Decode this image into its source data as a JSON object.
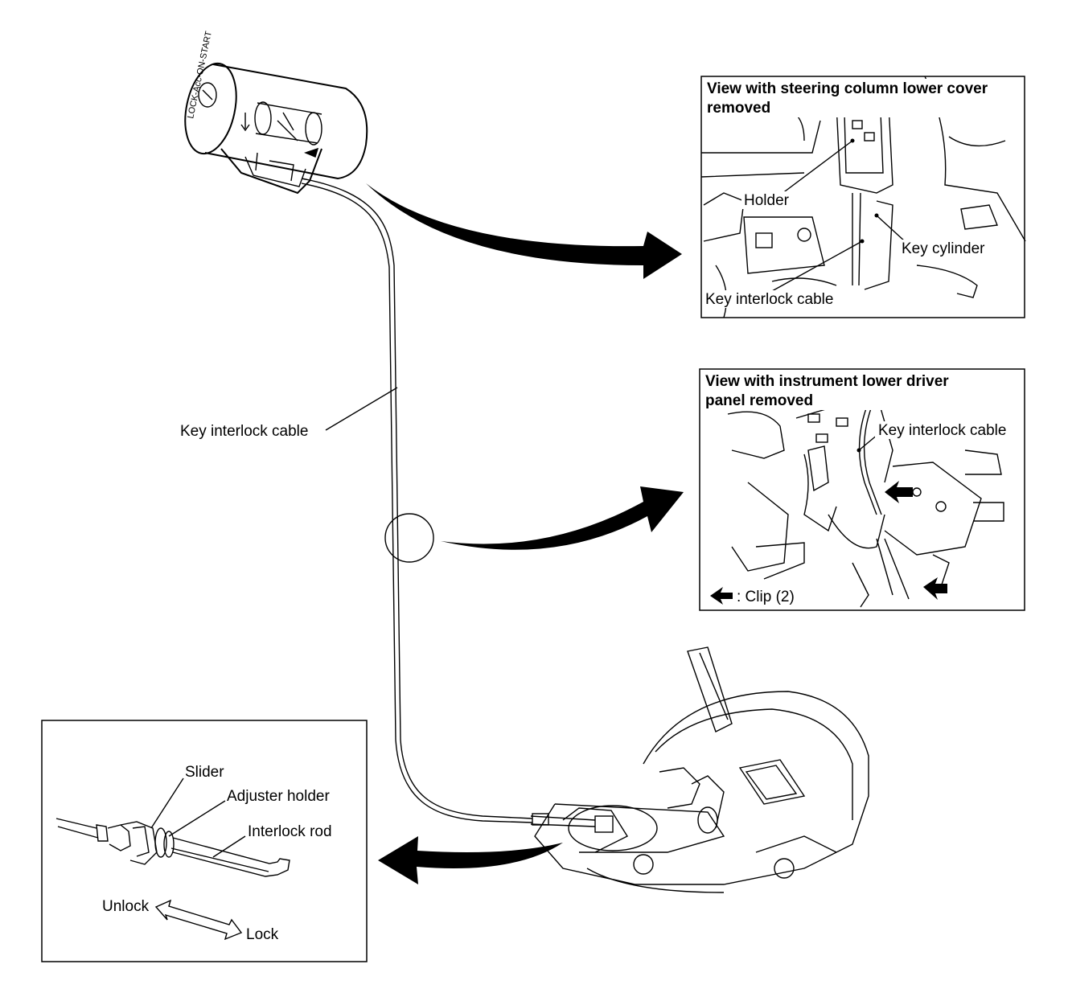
{
  "labels": {
    "key_interlock_cable_main": "Key interlock cable",
    "cylinder_engraving": "LOCK-Acc-ON-START"
  },
  "top_panel": {
    "title_line1": "View with steering column lower cover",
    "title_line2": "removed",
    "holder": "Holder",
    "key_cylinder": "Key cylinder",
    "key_interlock_cable": "Key interlock cable"
  },
  "middle_panel": {
    "title_line1": "View with instrument lower driver",
    "title_line2": "panel removed",
    "key_interlock_cable": "Key interlock cable",
    "clip_legend": ": Clip (2)"
  },
  "detail_panel": {
    "slider": "Slider",
    "adjuster_holder": "Adjuster holder",
    "interlock_rod": "Interlock rod",
    "unlock": "Unlock",
    "lock": "Lock"
  }
}
